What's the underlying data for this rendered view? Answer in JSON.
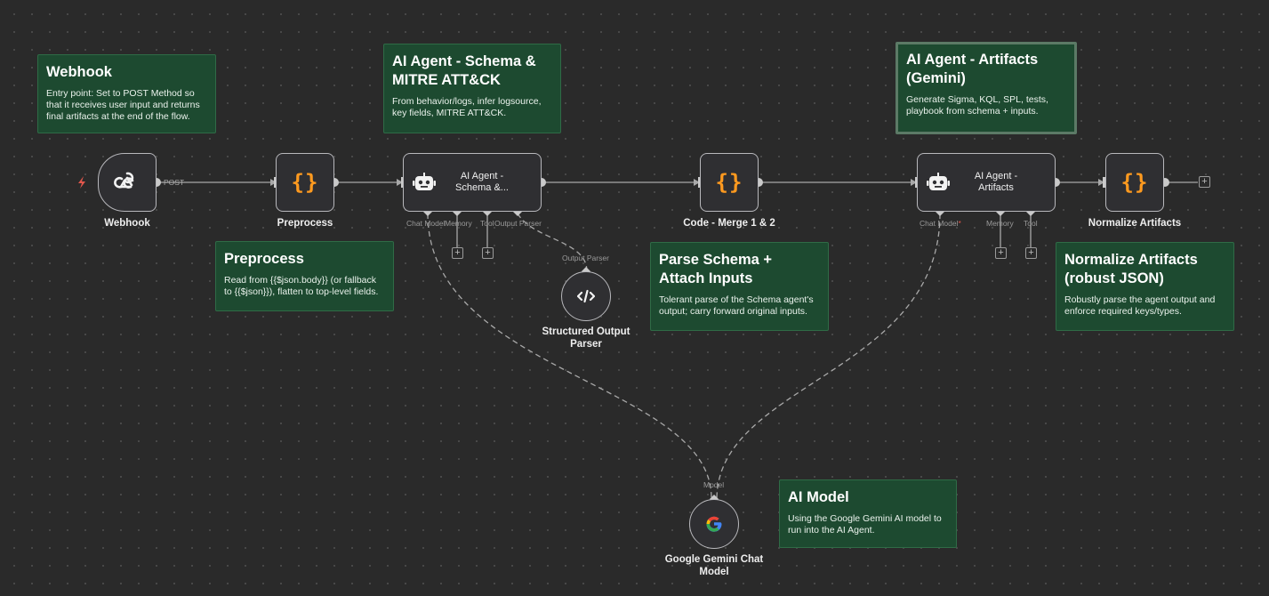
{
  "notes": {
    "webhook": {
      "title": "Webhook",
      "body": "Entry point: Set to POST Method so that it receives user input and returns final artifacts at the end of the flow."
    },
    "schema": {
      "title": "AI Agent - Schema & MITRE ATT&CK",
      "body": "From behavior/logs, infer logsource, key fields, MITRE ATT&CK."
    },
    "artifacts": {
      "title": "AI Agent - Artifacts (Gemini)",
      "body": "Generate Sigma, KQL, SPL, tests, playbook from schema + inputs."
    },
    "preprocess": {
      "title": "Preprocess",
      "body": "Read from {{$json.body}} (or fallback to {{$json}}), flatten to top-level fields."
    },
    "parse": {
      "title": "Parse Schema + Attach Inputs",
      "body": "Tolerant parse of the Schema agent's output; carry forward original inputs."
    },
    "normalize": {
      "title": "Normalize Artifacts (robust JSON)",
      "body": "Robustly parse the agent output and enforce required keys/types."
    },
    "model": {
      "title": "AI Model",
      "body": "Using the Google Gemini AI model to run into the AI Agent."
    }
  },
  "nodes": {
    "webhook": {
      "label": "Webhook",
      "icon": "webhook-icon"
    },
    "preprocess": {
      "label": "Preprocess",
      "icon": "braces-icon"
    },
    "agent_schema": {
      "label": "AI Agent - Schema &...",
      "icon": "robot-icon"
    },
    "merge": {
      "label": "Code - Merge 1 & 2",
      "icon": "braces-icon"
    },
    "agent_artifacts": {
      "label": "AI Agent - Artifacts",
      "icon": "robot-icon"
    },
    "normalize": {
      "label": "Normalize Artifacts",
      "icon": "braces-icon"
    },
    "parser": {
      "label": "Structured Output Parser",
      "icon": "code-icon"
    },
    "gemini": {
      "label": "Google Gemini Chat Model",
      "icon": "google-icon"
    }
  },
  "edge_labels": {
    "post": "POST"
  },
  "ports": {
    "agent1": {
      "chat_model": "Chat Model",
      "memory": "Memory",
      "tool": "Tool",
      "output_parser": "Output Parser"
    },
    "parser_in": "Output Parser",
    "agent2": {
      "chat_model": "Chat Model",
      "required_mark": "*",
      "memory": "Memory",
      "tool": "Tool"
    },
    "model_out": "Model"
  },
  "plus_symbol": "+",
  "braces_symbol": "{}",
  "colors": {
    "note_bg": "#1d4a30",
    "braces": "#ff9a1f",
    "trigger": "#e2574c",
    "canvas": "#2a2a2a"
  }
}
